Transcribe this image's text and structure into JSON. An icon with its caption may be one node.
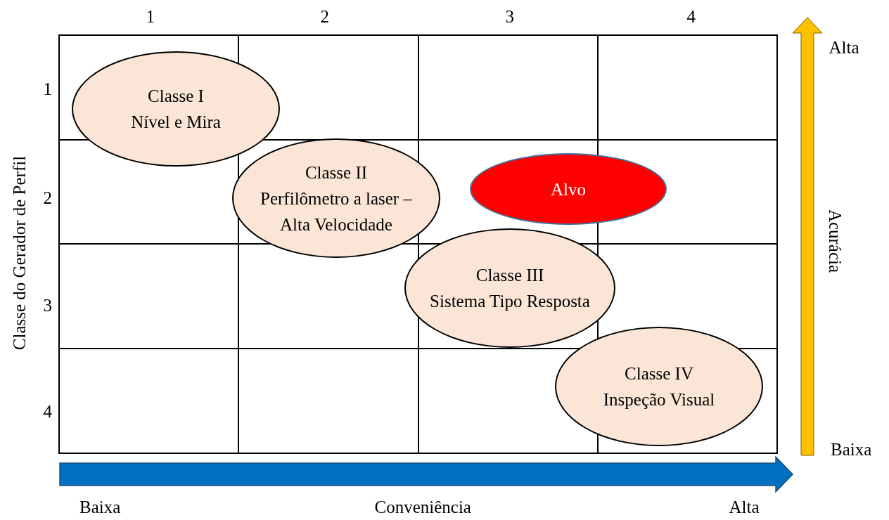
{
  "diagram": {
    "nodes": [
      {
        "text": [
          "Classe I",
          "Nível e Mira"
        ]
      },
      {
        "text": [
          "Classe II",
          "Perfilômetro a laser – Alta Velocidade"
        ]
      },
      {
        "text": [
          "Alvo"
        ]
      },
      {
        "text": [
          "Classe III",
          "Sistema Tipo Resposta"
        ]
      },
      {
        "text": [
          "Classe IV",
          "Inspeção Visual"
        ]
      }
    ],
    "edges": [],
    "labels": [
      "1",
      "2",
      "3",
      "4",
      "Alta",
      "Classe do Gerador de Perfil",
      "1",
      "2",
      "Acurácia",
      "3",
      "4",
      "Baixa",
      "Baixa",
      "Conveniência",
      "Alta"
    ]
  }
}
